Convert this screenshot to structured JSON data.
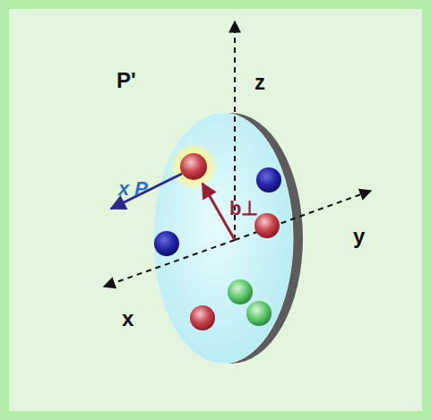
{
  "diagram": {
    "labels": [
      "P'",
      "z",
      "x P",
      "b⊥",
      "x",
      "y"
    ]
  }
}
